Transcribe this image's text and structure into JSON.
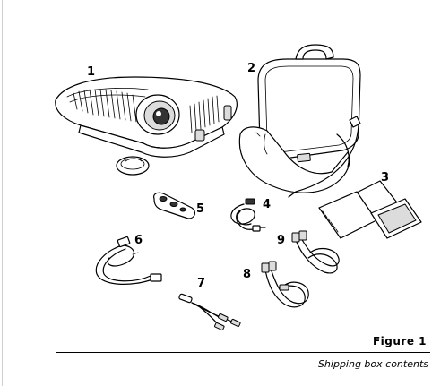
{
  "figure": {
    "title": "Figure 1",
    "caption": "Shipping box contents"
  },
  "callouts": [
    "1",
    "2",
    "3",
    "4",
    "5",
    "6",
    "7",
    "8",
    "9"
  ],
  "icons": {
    "projector": "projector-illustration",
    "lens_cap": "lens-cap-illustration",
    "carry_case": "carrying-case-illustration",
    "documentation": "documentation-booklets-illustration",
    "power_cord": "power-cord-illustration",
    "remote": "remote-control-illustration",
    "computer_cable": "computer-cable-illustration",
    "audio_cable": "audio-y-cable-illustration",
    "video_cable": "composite-video-cable-illustration",
    "svideo_cable": "s-video-cable-illustration"
  }
}
